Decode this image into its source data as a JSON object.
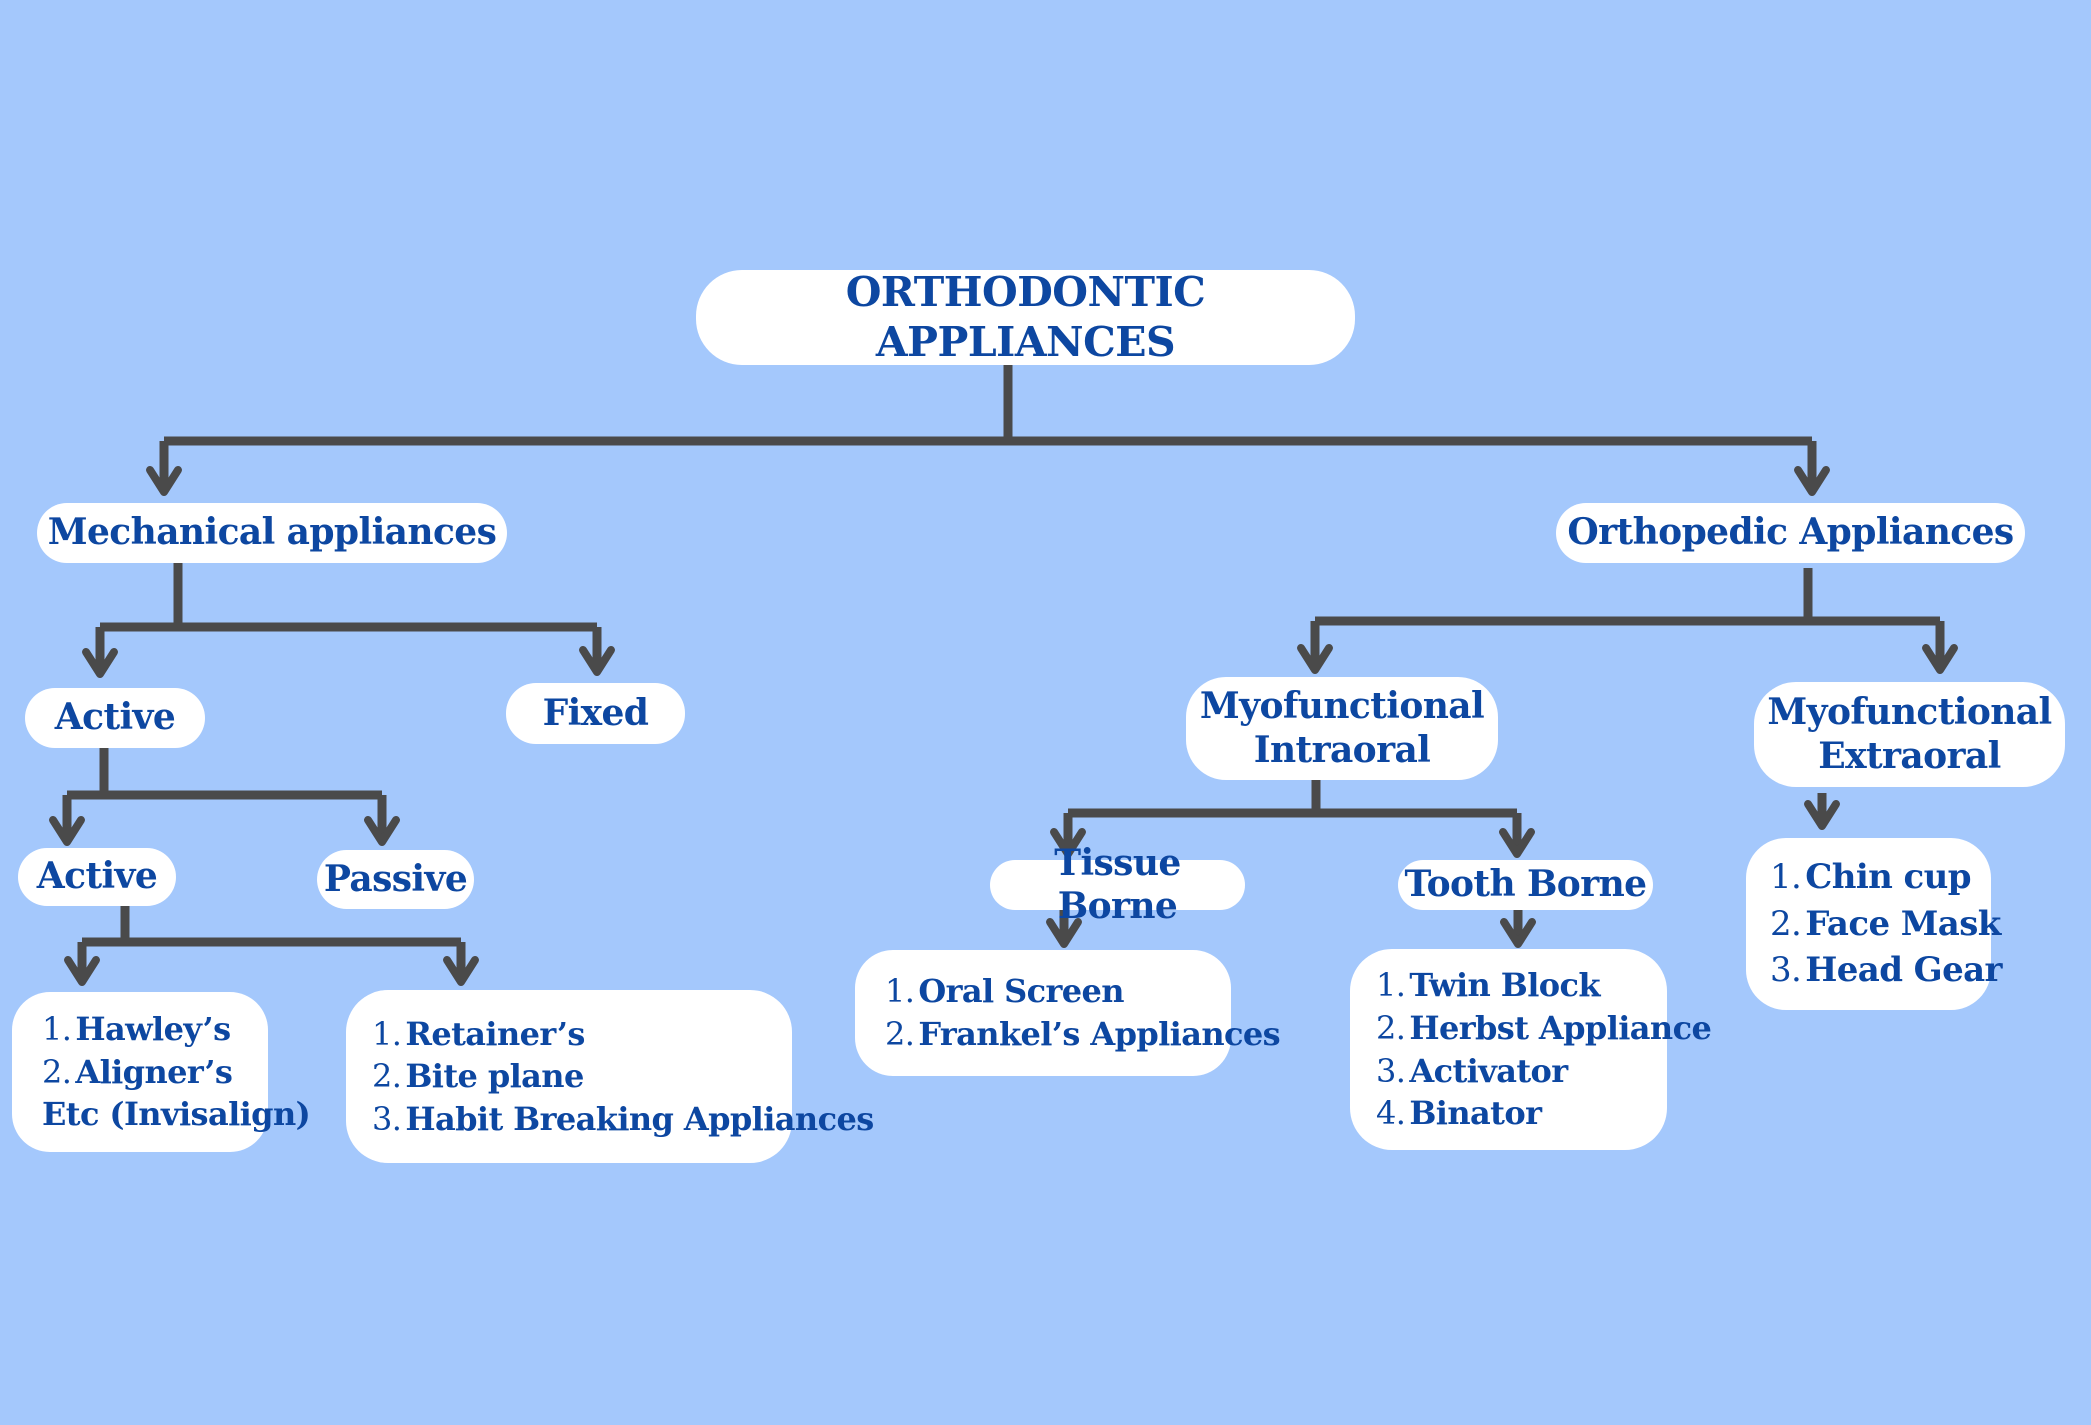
{
  "root": {
    "title": "ORTHODONTIC APPLIANCES"
  },
  "mechanical": {
    "title": "Mechanical appliances",
    "active": {
      "title": "Active",
      "active": {
        "title": "Active",
        "items": [
          "Hawley’s",
          "Aligner’s"
        ],
        "continuation": "Etc (Invisalign)"
      },
      "passive": {
        "title": "Passive",
        "items": [
          "Retainer’s",
          "Bite plane",
          "Habit Breaking Appliances"
        ]
      }
    },
    "fixed": {
      "title": "Fixed"
    }
  },
  "orthopedic": {
    "title": "Orthopedic Appliances",
    "intraoral": {
      "title_line1": "Myofunctional",
      "title_line2": "Intraoral",
      "tissue_borne": {
        "title": "Tissue Borne",
        "items": [
          "Oral Screen",
          "Frankel’s Appliances"
        ]
      },
      "tooth_borne": {
        "title": "Tooth Borne",
        "items": [
          "Twin Block",
          "Herbst Appliance",
          "Activator",
          "Binator"
        ]
      }
    },
    "extraoral": {
      "title_line1": "Myofunctional",
      "title_line2": "Extraoral",
      "items": [
        "Chin cup",
        "Face Mask",
        "Head Gear"
      ]
    }
  },
  "colors": {
    "background": "#a4c8fc",
    "box": "#ffffff",
    "text": "#0d47a1",
    "connector": "#4a4a4a"
  }
}
